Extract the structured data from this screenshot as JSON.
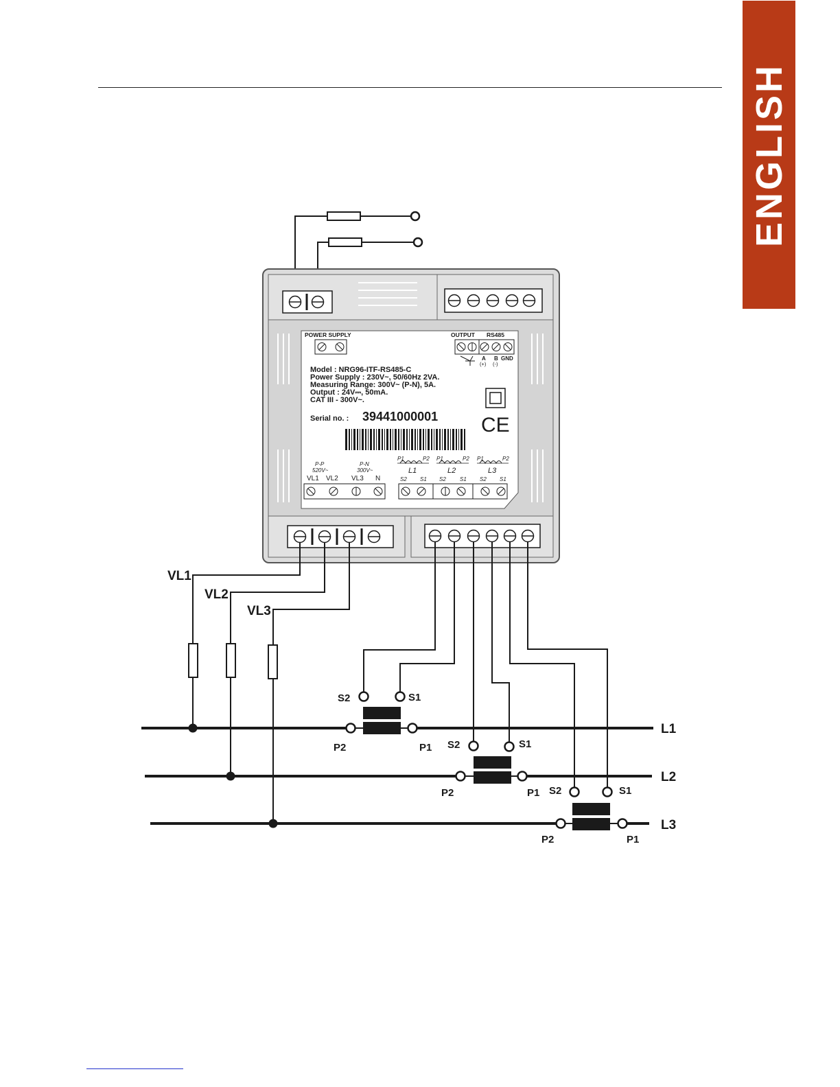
{
  "page": {
    "language_tab": "ENGLISH",
    "colors": {
      "tab": "#b83a17",
      "ink": "#1a1a1a",
      "device": "#dcdcdc",
      "device_edge": "#555555"
    }
  },
  "device": {
    "label_power_supply": "POWER SUPPLY",
    "label_output": "OUTPUT",
    "label_rs485": "RS485",
    "label_a": "A",
    "label_a_sign": "(+)",
    "label_b": "B",
    "label_b_sign": "(-)",
    "label_gnd": "GND",
    "model_line": "Model : NRG96-ITF-RS485-C",
    "power_line": "Power Supply : 230V~, 50/60Hz 2VA.",
    "range_line": "Measuring Range: 300V~ (P-N), 5A.",
    "output_line": "Output : 24V⎓, 50mA.",
    "cat_line": "CAT III - 300V~.",
    "serial_label": "Serial no. :",
    "serial_number": "39441000001",
    "ce_mark": "CE",
    "pp_label": "P-P",
    "pp_value": "520V~",
    "pn_label": "P-N",
    "pn_value": "300V~",
    "term_vl1": "VL1",
    "term_vl2": "VL2",
    "term_vl3": "VL3",
    "term_n": "N",
    "ct_p1": "P1",
    "ct_p2": "P2",
    "ct_s1": "S1",
    "ct_s2": "S2",
    "ct_l1": "L1",
    "ct_l2": "L2",
    "ct_l3": "L3"
  },
  "wiring": {
    "voltage_labels": [
      "VL1",
      "VL2",
      "VL3"
    ],
    "lines": [
      "L1",
      "L2",
      "L3"
    ],
    "ct_terminals": {
      "s2": "S2",
      "s1": "S1",
      "p2": "P2",
      "p1": "P1"
    }
  }
}
